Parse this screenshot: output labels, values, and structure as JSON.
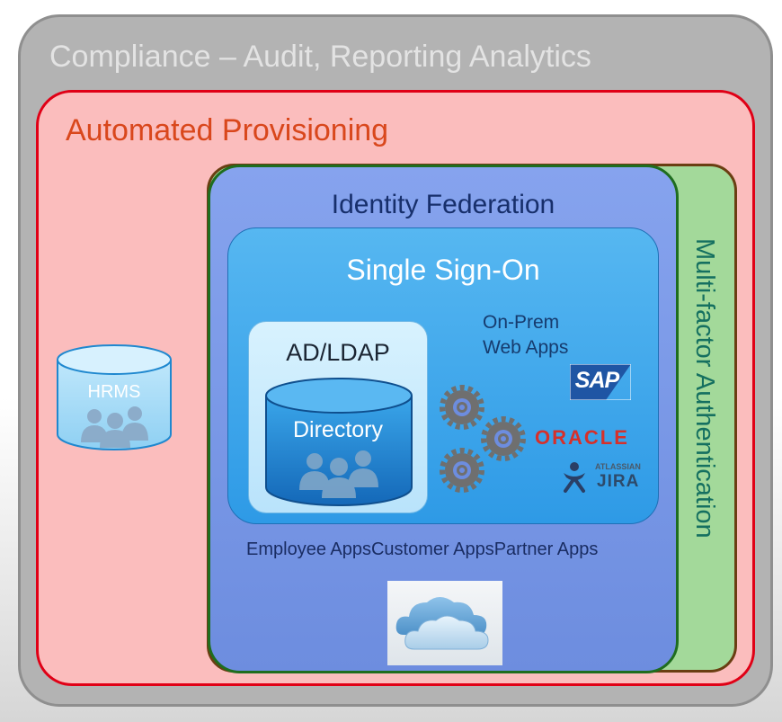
{
  "layers": {
    "compliance": "Compliance – Audit, Reporting Analytics",
    "provisioning": "Automated Provisioning",
    "mfa": "Multi-factor Authentication",
    "federation": "Identity Federation",
    "sso": "Single Sign-On"
  },
  "stores": {
    "hrms": "HRMS",
    "adldap": "AD/LDAP",
    "directory": "Directory"
  },
  "onprem": {
    "line1": "On-Prem",
    "line2": "Web Apps"
  },
  "vendors": {
    "sap": "SAP",
    "oracle": "ORACLE",
    "atlassian": "ATLASSIAN",
    "jira": "JIRA"
  },
  "apps": {
    "employee": "Employee Apps",
    "customer": "Customer Apps",
    "partner": "Partner Apps"
  },
  "icons": [
    "database-icon",
    "people-icon",
    "gear-icon",
    "cloud-icon",
    "sap-logo",
    "oracle-logo",
    "jira-logo"
  ],
  "colors": {
    "compliance_fill": "#b3b3b3",
    "provisioning_fill": "#fbbdbd",
    "provisioning_border": "#e00016",
    "mfa_fill": "#a3d99a",
    "federation_fill": "#7b98e8",
    "sso_fill": "#45aaed"
  }
}
